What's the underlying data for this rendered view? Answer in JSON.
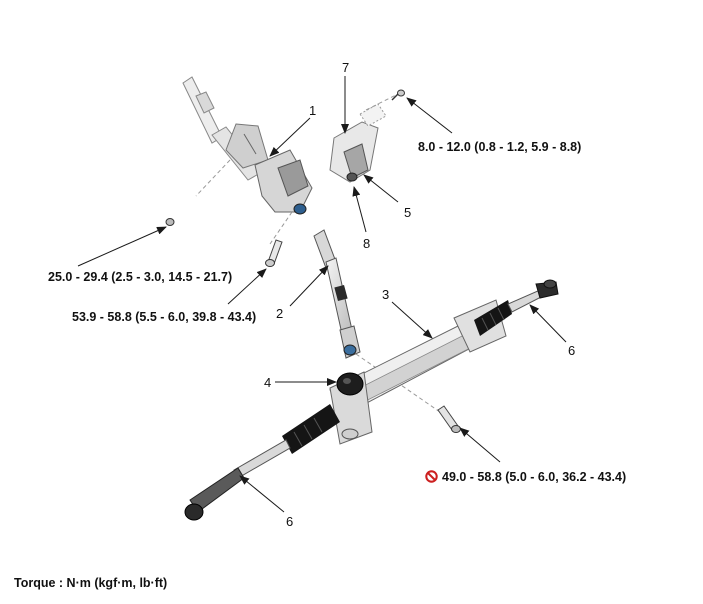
{
  "callouts": {
    "c1": "1",
    "c2": "2",
    "c3": "3",
    "c4": "4",
    "c5": "5",
    "c6a": "6",
    "c6b": "6",
    "c7": "7",
    "c8": "8"
  },
  "torques": {
    "t_bracket_bolt": "8.0 - 12.0 (0.8 - 1.2, 5.9 - 8.8)",
    "t_column_nut": "25.0 - 29.4 (2.5 - 3.0, 14.5 - 21.7)",
    "t_joint_bolt": "53.9 - 58.8 (5.5 - 6.0, 39.8 - 43.4)",
    "t_gear_bolt": "49.0 - 58.8 (5.0 - 6.0, 36.2 - 43.4)"
  },
  "footer": {
    "torque_unit": "Torque : N·m (kgf·m, lb·ft)"
  },
  "colors": {
    "line": "#1a1a1a",
    "part_light": "#e6e6e6",
    "part_mid": "#b5b5b5",
    "part_dark": "#3a3a3a",
    "boot": "#151515",
    "no_reuse_red": "#cc1f1f"
  },
  "icons": {
    "no_reuse": "prohibited-circle-icon"
  }
}
